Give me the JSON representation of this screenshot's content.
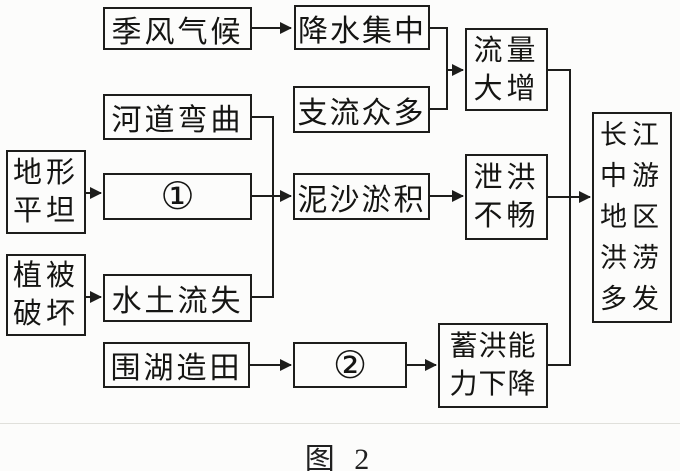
{
  "colors": {
    "ink": "#1d1d1b",
    "paper": "#fcfcfb"
  },
  "diagram": {
    "caption": "图 2",
    "nodes": {
      "jifeng": {
        "label": "季风气候"
      },
      "jiangshui": {
        "label": "降水集中"
      },
      "zhiliu": {
        "label": "支流众多"
      },
      "liuliang": {
        "label": "流量\n大增"
      },
      "hedao": {
        "label": "河道弯曲"
      },
      "dixing": {
        "label": "地形\n平坦"
      },
      "blank1": {
        "label": "①"
      },
      "nisha": {
        "label": "泥沙淤积"
      },
      "xiehong": {
        "label": "泄洪\n不畅"
      },
      "zhibei": {
        "label": "植被\n破坏"
      },
      "shuitu": {
        "label": "水土流失"
      },
      "weihu": {
        "label": "围湖造田"
      },
      "blank2": {
        "label": "②"
      },
      "xuhong": {
        "label": "蓄洪能\n力下降"
      },
      "changjiang": {
        "label": "长江\n中游\n地区\n洪涝\n多发"
      }
    },
    "edges": [
      {
        "from": "季风气候",
        "to": "降水集中"
      },
      {
        "from": "降水集中",
        "to": "流量大增"
      },
      {
        "from": "支流众多",
        "to": "流量大增"
      },
      {
        "from": "地形平坦",
        "to": "①"
      },
      {
        "from": "河道弯曲",
        "to": "泥沙淤积"
      },
      {
        "from": "①",
        "to": "泥沙淤积"
      },
      {
        "from": "水土流失",
        "to": "泥沙淤积"
      },
      {
        "from": "植被破坏",
        "to": "水土流失"
      },
      {
        "from": "泥沙淤积",
        "to": "泄洪不畅"
      },
      {
        "from": "围湖造田",
        "to": "②"
      },
      {
        "from": "②",
        "to": "蓄洪能力下降"
      },
      {
        "from": "流量大增",
        "to": "长江中游地区洪涝多发"
      },
      {
        "from": "泄洪不畅",
        "to": "长江中游地区洪涝多发"
      },
      {
        "from": "蓄洪能力下降",
        "to": "长江中游地区洪涝多发"
      }
    ]
  }
}
